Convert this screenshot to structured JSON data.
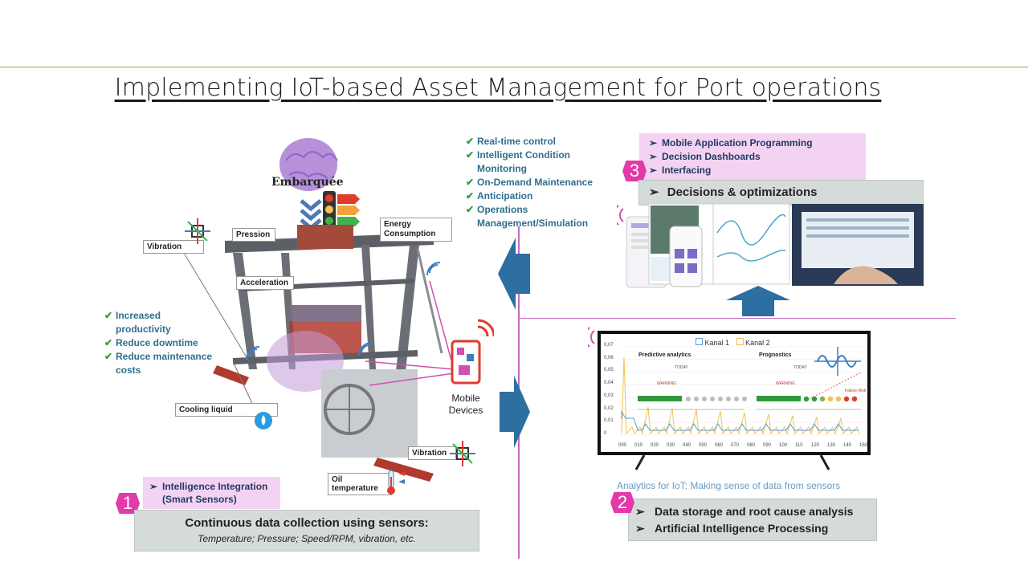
{
  "title": "Implementing IoT-based Asset Management for Port operations",
  "benefits_top": [
    "Real-time control",
    "Intelligent Condition Monitoring",
    "On-Demand Maintenance",
    "Anticipation",
    "Operations Management/Simulation"
  ],
  "benefits_left": [
    "Increased productivity",
    "Reduce downtime",
    "Reduce maintenance costs"
  ],
  "embedded_label": "Embarquée",
  "sensor_labels": {
    "vibration_top": "Vibration",
    "pression": "Pression",
    "acceleration": "Acceleration",
    "energy": "Energy Consumption",
    "cooling": "Cooling liquid",
    "vibration_bottom": "Vibration",
    "oil": "Oil temperature"
  },
  "mobile_devices": "Mobile Devices",
  "step1": {
    "num": "1",
    "pink_items": [
      "Intelligence Integration (Smart Sensors)"
    ],
    "main": "Continuous data collection using sensors:",
    "sub": "Temperature; Pressure; Speed/RPM, vibration,  etc."
  },
  "step2": {
    "num": "2",
    "caption": "Analytics for IoT: Making sense of data from sensors",
    "items": [
      "Data storage and root cause analysis",
      "Artificial Intelligence Processing"
    ]
  },
  "step3": {
    "num": "3",
    "pink_items": [
      "Mobile Application Programming",
      "Decision Dashboards",
      "Interfacing"
    ],
    "main": "Decisions & optimizations"
  },
  "tv": {
    "legend": [
      "Kanal 1",
      "Kanal 2"
    ],
    "panel_left": "Predictive analytics",
    "panel_right": "Prognostics",
    "today": "TODAY",
    "warning": "WARNING",
    "failure": "Failure Risk",
    "y_ticks": [
      "0,07",
      "0,06",
      "0,05",
      "0,04",
      "0,03",
      "0,02",
      "0,01",
      "0"
    ],
    "x_ticks": [
      "000",
      "010",
      "020",
      "030",
      "040",
      "050",
      "060",
      "070",
      "080",
      "090",
      "100",
      "110",
      "120",
      "130",
      "140",
      "150"
    ],
    "colors": {
      "kanal1": "#5b9bd5",
      "kanal2": "#f2c14e"
    }
  },
  "icons": {
    "check": "✔",
    "arrow": "➢"
  }
}
